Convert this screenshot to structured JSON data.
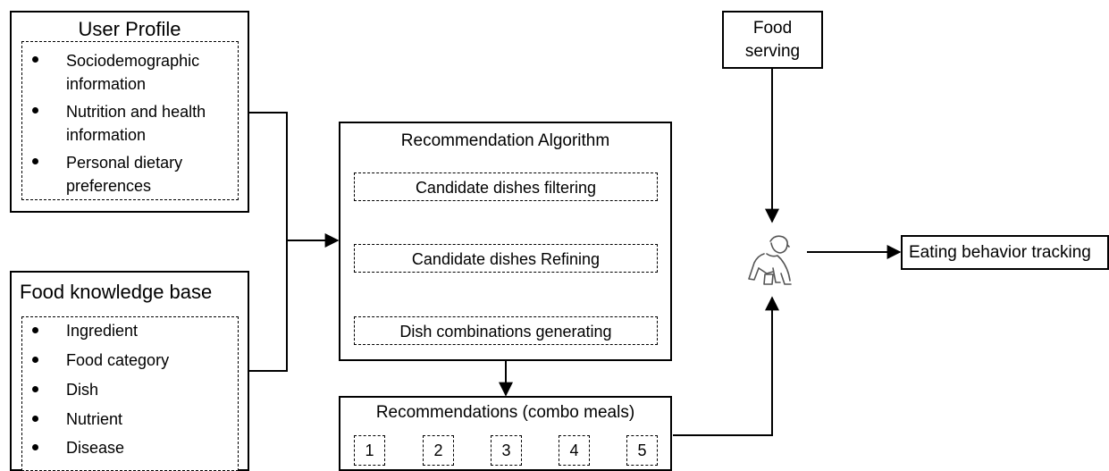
{
  "user_profile": {
    "title": "User Profile",
    "items": [
      {
        "line1": "Sociodemographic",
        "line2": "information"
      },
      {
        "line1": "Nutrition and health",
        "line2": "information"
      },
      {
        "line1": "Personal dietary",
        "line2": "preferences"
      }
    ]
  },
  "food_kb": {
    "title": "Food knowledge base",
    "items": [
      "Ingredient",
      "Food category",
      "Dish",
      "Nutrient",
      "Disease"
    ]
  },
  "algorithm": {
    "title": "Recommendation Algorithm",
    "steps": [
      "Candidate dishes filtering",
      "Candidate dishes Refining",
      "Dish combinations generating"
    ]
  },
  "recommendations": {
    "title": "Recommendations (combo meals)",
    "combos": [
      "1",
      "2",
      "3",
      "4",
      "5"
    ]
  },
  "food_serving": {
    "line1": "Food",
    "line2": "serving"
  },
  "tracking": {
    "label": "Eating behavior tracking"
  },
  "icons": {
    "user": "elderly-person-icon"
  }
}
